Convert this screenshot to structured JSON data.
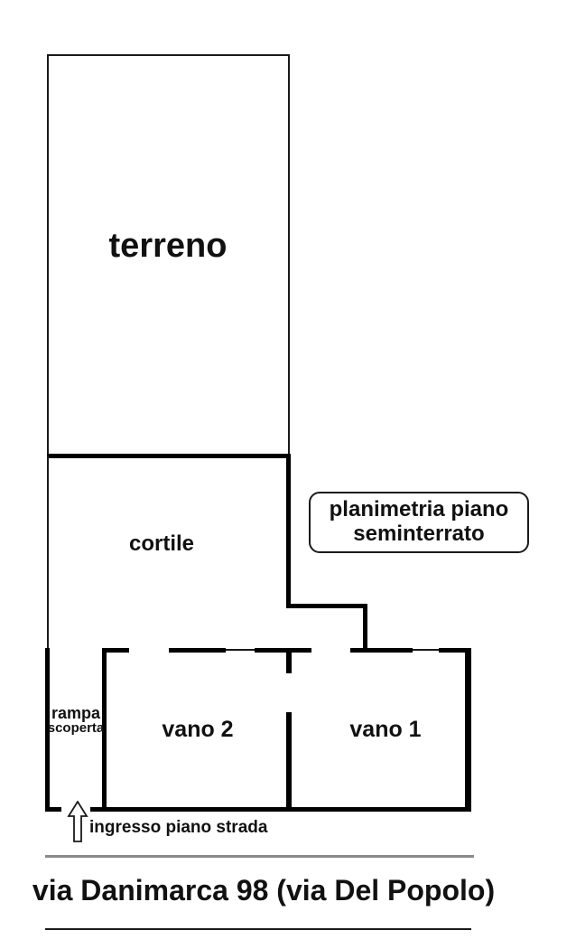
{
  "floorplan": {
    "areas": {
      "terreno": {
        "label": "terreno"
      },
      "cortile": {
        "label": "cortile"
      },
      "vano2": {
        "label": "vano 2"
      },
      "vano1": {
        "label": "vano 1"
      },
      "rampa": {
        "label_line1": "rampa",
        "label_line2": "scoperta"
      }
    },
    "callout": {
      "line1": "planimetria piano",
      "line2": "seminterrato"
    },
    "entrance": {
      "label": "ingresso piano strada",
      "icon": "up-arrow-outline-icon"
    },
    "colors": {
      "wall": "#000000",
      "thin_line": "#1a1a1a",
      "divider_gray": "#8a8a8a",
      "divider_dark": "#1a1a1a",
      "background": "#ffffff",
      "text": "#111111"
    }
  },
  "footer": {
    "title": "via Danimarca 98 (via Del Popolo)"
  }
}
